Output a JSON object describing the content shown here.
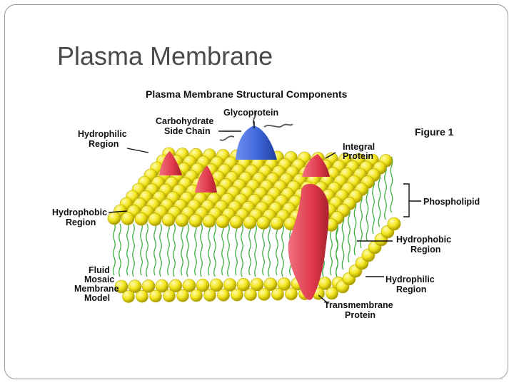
{
  "slide": {
    "title": "Plasma Membrane"
  },
  "figure": {
    "heading": "Plasma Membrane Structural Components",
    "figure_label": "Figure 1",
    "labels": {
      "glycoprotein": "Glycoprotein",
      "carbohydrate": [
        "Carbohydrate",
        "Side Chain"
      ],
      "hydrophilic_top": [
        "Hydrophilic",
        "Region"
      ],
      "integral": [
        "Integral",
        "Protein"
      ],
      "phospholipid": "Phospholipid",
      "hydrophobic_left": [
        "Hydrophobic",
        "Region"
      ],
      "hydrophobic_right": [
        "Hydrophobic",
        "Region"
      ],
      "fluid_mosaic": [
        "Fluid",
        "Mosaic",
        "Membrane",
        "Model"
      ],
      "hydrophilic_bottom": [
        "Hydrophilic",
        "Region"
      ],
      "transmembrane": [
        "Transmembrane",
        "Protein"
      ]
    },
    "colors": {
      "head": "#f2e51c",
      "head_shade": "#b8a900",
      "tail": "#3fae3f",
      "protein_red": "#e0394a",
      "glycoprotein_blue": "#3a62d6"
    }
  }
}
